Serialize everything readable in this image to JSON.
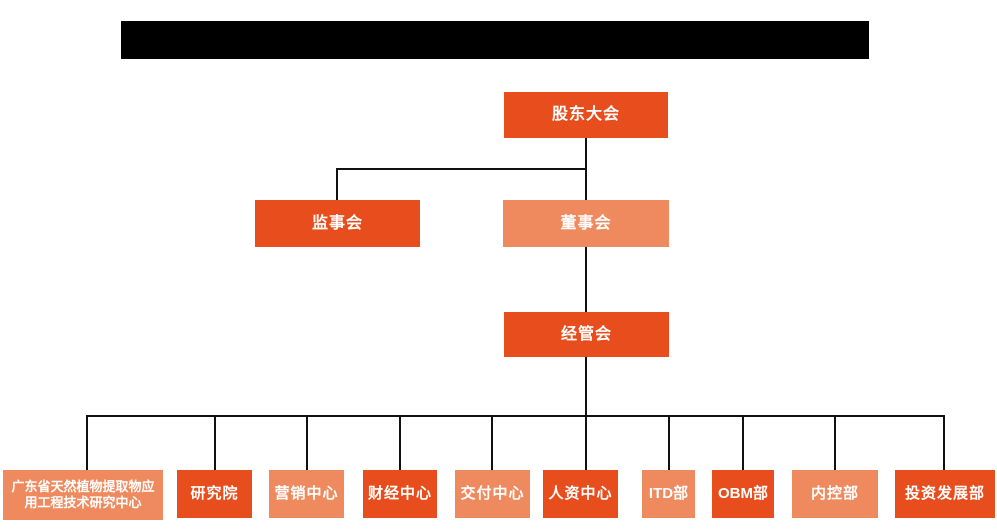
{
  "colors": {
    "node_dark": "#E84E1D",
    "node_light": "#EF8A5F",
    "connector": "#111111",
    "redacted_bar": "#000000",
    "node_text": "#ffffff"
  },
  "org_chart": {
    "type": "org-tree",
    "root": {
      "label": "股东大会",
      "variant": "dark"
    },
    "level2": [
      {
        "label": "监事会",
        "variant": "dark",
        "parent": "股东大会"
      },
      {
        "label": "董事会",
        "variant": "light",
        "parent": "股东大会"
      }
    ],
    "level3": [
      {
        "label": "经管会",
        "variant": "dark",
        "parent": "董事会"
      }
    ],
    "departments": [
      {
        "label": "广东省天然植物提取物应用工程技术研究中心",
        "variant": "light",
        "parent": "经管会"
      },
      {
        "label": "研究院",
        "variant": "dark",
        "parent": "经管会"
      },
      {
        "label": "营销中心",
        "variant": "light",
        "parent": "经管会"
      },
      {
        "label": "财经中心",
        "variant": "dark",
        "parent": "经管会"
      },
      {
        "label": "交付中心",
        "variant": "light",
        "parent": "经管会"
      },
      {
        "label": "人资中心",
        "variant": "dark",
        "parent": "经管会"
      },
      {
        "label": "ITD部",
        "variant": "light",
        "parent": "经管会"
      },
      {
        "label": "OBM部",
        "variant": "dark",
        "parent": "经管会"
      },
      {
        "label": "内控部",
        "variant": "light",
        "parent": "经管会"
      },
      {
        "label": "投资发展部",
        "variant": "dark",
        "parent": "经管会"
      }
    ]
  }
}
